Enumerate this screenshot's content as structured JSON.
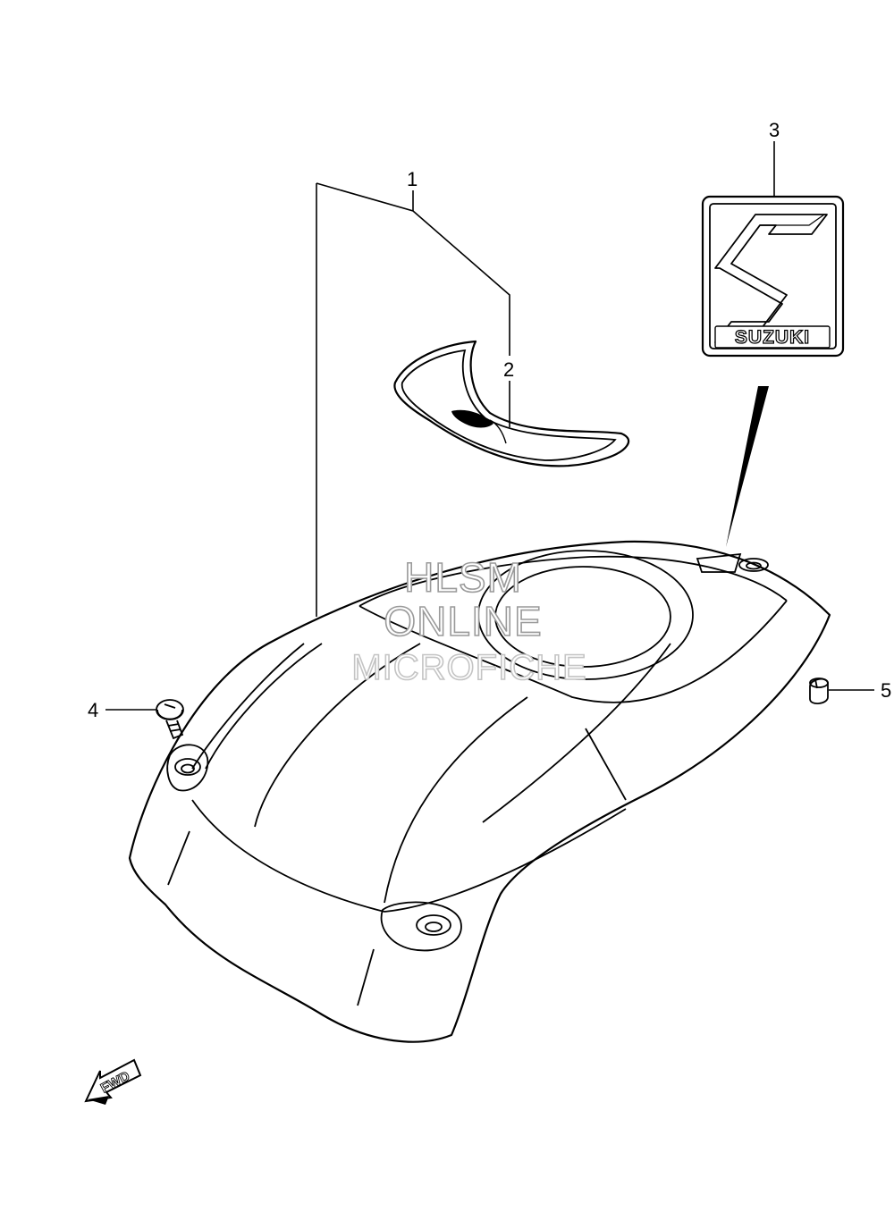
{
  "callouts": [
    {
      "number": "1",
      "part": "fuel-tank-cover"
    },
    {
      "number": "2",
      "part": "tank-pad-decal"
    },
    {
      "number": "3",
      "part": "suzuki-emblem"
    },
    {
      "number": "4",
      "part": "screw"
    },
    {
      "number": "5",
      "part": "nut"
    }
  ],
  "emblem": {
    "brand_text": "SUZUKI"
  },
  "direction_arrow": {
    "text": "FWD"
  },
  "watermark": {
    "line1": "HLSM",
    "line2": "ONLINE",
    "line3": "MICROFICHE",
    "color": "#9a9a9a"
  }
}
